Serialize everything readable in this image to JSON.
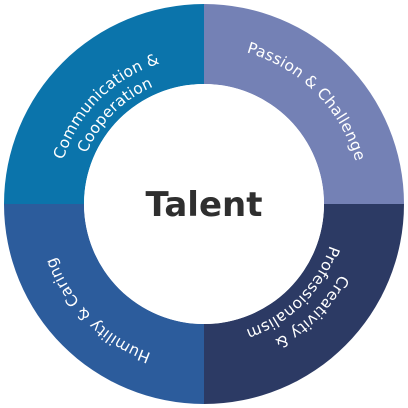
{
  "center": {
    "title": "Talent"
  },
  "colors": {
    "top_left": "#0b74ab",
    "top_right": "#7481b5",
    "bottom_right": "#2c3a64",
    "bottom_left": "#2c5c9c",
    "hub": "#ffffff",
    "text_center": "#2f2f2f",
    "text_segment": "#ffffff"
  },
  "segments": [
    {
      "id": "top-left",
      "lines": [
        "Communication &",
        "Cooperation"
      ]
    },
    {
      "id": "top-right",
      "lines": [
        "Passion & Challenge"
      ]
    },
    {
      "id": "bottom-right",
      "lines": [
        "Creativity &",
        "Professionalism"
      ]
    },
    {
      "id": "bottom-left",
      "lines": [
        "Humility & Caring"
      ]
    }
  ]
}
